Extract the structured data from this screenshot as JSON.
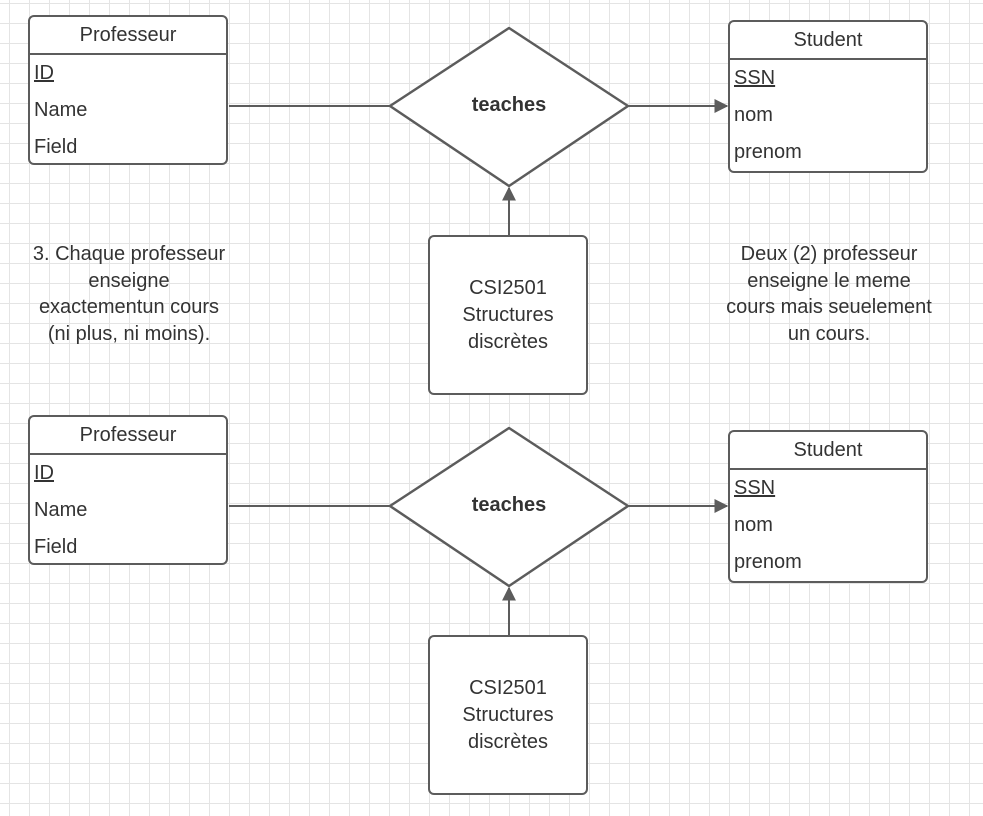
{
  "colors": {
    "stroke": "#5c5c5c",
    "text": "#333333",
    "grid": "#e4e4e4",
    "background": "#ffffff"
  },
  "diagrams": [
    {
      "professeur": {
        "title": "Professeur",
        "attributes": [
          "ID",
          "Name",
          "Field"
        ]
      },
      "relationship": {
        "label": "teaches"
      },
      "student": {
        "title": "Student",
        "attributes": [
          "SSN",
          "nom",
          "prenom"
        ]
      },
      "course": {
        "code": "CSI2501",
        "line2": "Structures",
        "line3": "discrètes"
      }
    },
    {
      "professeur": {
        "title": "Professeur",
        "attributes": [
          "ID",
          "Name",
          "Field"
        ]
      },
      "relationship": {
        "label": "teaches"
      },
      "student": {
        "title": "Student",
        "attributes": [
          "SSN",
          "nom",
          "prenom"
        ]
      },
      "course": {
        "code": "CSI2501",
        "line2": "Structures",
        "line3": "discrètes"
      }
    }
  ],
  "notes": {
    "left": [
      "3. Chaque professeur",
      "enseigne",
      "exactementun cours",
      "(ni plus, ni moins)."
    ],
    "right": [
      "Deux (2) professeur",
      "enseigne le meme",
      "cours mais seuelement",
      "un cours."
    ]
  }
}
